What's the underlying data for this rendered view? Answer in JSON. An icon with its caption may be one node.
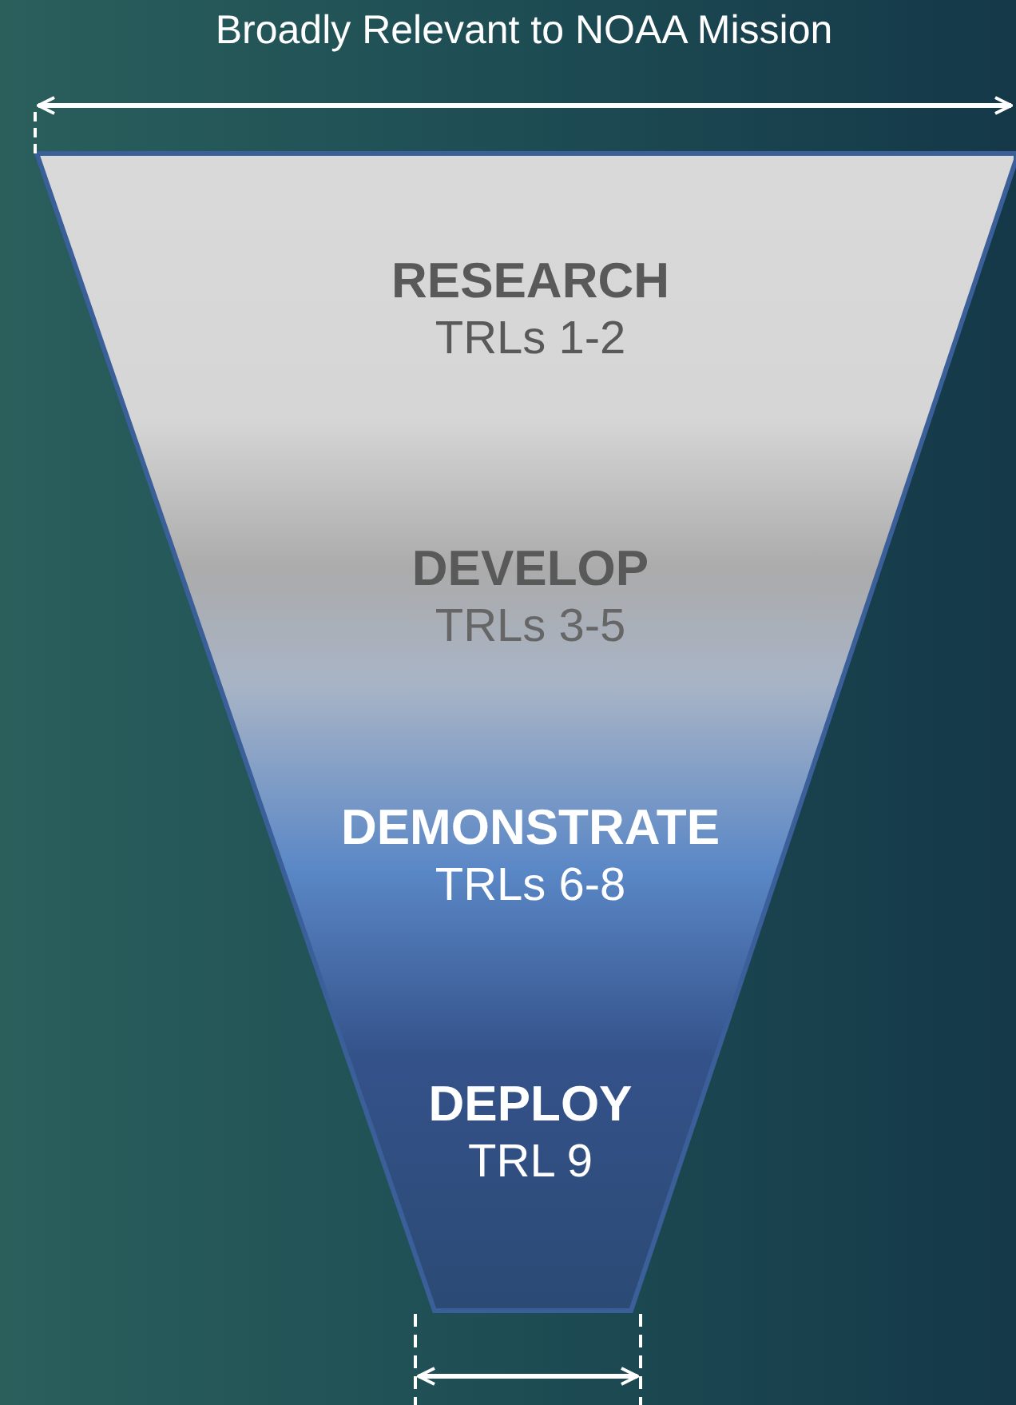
{
  "diagram": {
    "nodes": [
      {
        "text": [
          "RESEARCH",
          "TRLs 1-2"
        ]
      },
      {
        "text": [
          "DEVELOP",
          "TRLs 3-5"
        ]
      },
      {
        "text": [
          "DEMONSTRATE",
          "TRLs 6-8"
        ]
      },
      {
        "text": [
          "DEPLOY",
          "TRL 9"
        ]
      }
    ],
    "labels": [
      "Broadly Relevant to NOAA Mission"
    ]
  }
}
